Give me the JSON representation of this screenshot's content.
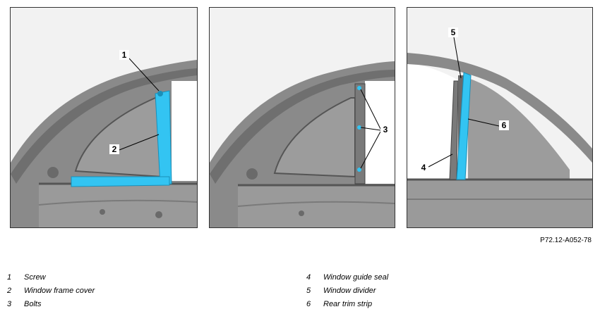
{
  "figure_ref": "P72.12-A052-78",
  "callouts": {
    "c1": "1",
    "c2": "2",
    "c3": "3",
    "c4": "4",
    "c5": "5",
    "c6": "6"
  },
  "legend": [
    {
      "num": "1",
      "label": "Screw"
    },
    {
      "num": "2",
      "label": "Window frame cover"
    },
    {
      "num": "3",
      "label": "Bolts"
    },
    {
      "num": "4",
      "label": "Window guide seal"
    },
    {
      "num": "5",
      "label": "Window divider"
    },
    {
      "num": "6",
      "label": "Rear trim strip"
    }
  ],
  "colors": {
    "highlight": "#33c4f2",
    "door": "#8a8a8a",
    "door_dark": "#5a5a5a",
    "glass": "#9c9c9c"
  }
}
